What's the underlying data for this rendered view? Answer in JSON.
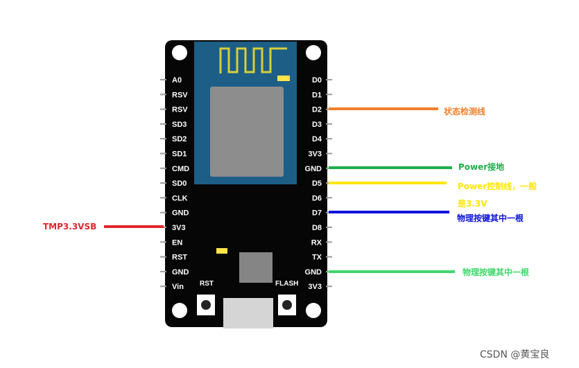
{
  "board": {
    "left_pins": [
      "A0",
      "RSV",
      "RSV",
      "SD3",
      "SD2",
      "SD1",
      "CMD",
      "SD0",
      "CLK",
      "GND",
      "3V3",
      "EN",
      "RST",
      "GND",
      "Vin"
    ],
    "right_pins": [
      "D0",
      "D1",
      "D2",
      "D3",
      "D4",
      "3V3",
      "GND",
      "D5",
      "D6",
      "D7",
      "D8",
      "RX",
      "TX",
      "GND",
      "3V3"
    ],
    "rst_button": "RST",
    "flash_button": "FLASH"
  },
  "annotations": {
    "d2": {
      "text": "状态检测线",
      "color": "#f07f2a"
    },
    "gnd": {
      "text": "Power接地",
      "color": "#1fae4b"
    },
    "d5_line1": "Power控制线，一般",
    "d5_line2": "是3.3V",
    "d5_color": "#ffe600",
    "d7": {
      "text": "物理按键其中一根",
      "color": "#0a12d8"
    },
    "gnd2": {
      "text": "物理按键其中一根",
      "color": "#3fd86b"
    },
    "v33": {
      "text": "TMP3.3VSB",
      "color": "#e0262c"
    }
  },
  "watermark": "CSDN @黄宝良"
}
